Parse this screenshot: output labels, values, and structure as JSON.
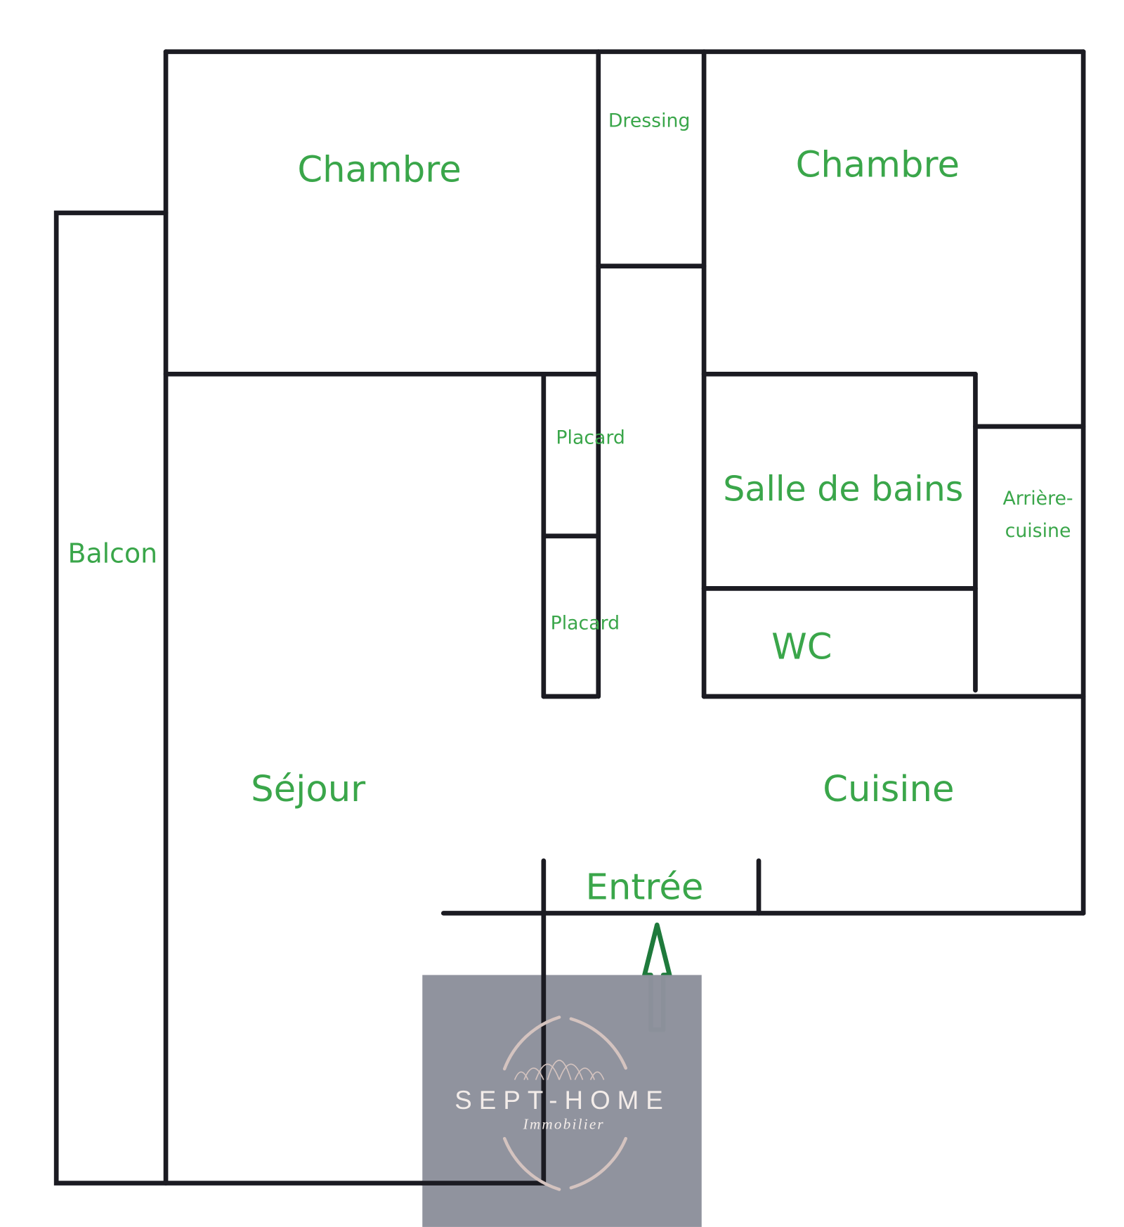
{
  "plan": {
    "rooms": {
      "chambre_1": "Chambre",
      "dressing": "Dressing",
      "chambre_2": "Chambre",
      "placard_1": "Placard",
      "placard_2": "Placard",
      "salle_de_bains": "Salle de bains",
      "arriere_cuisine_1": "Arrière-",
      "arriere_cuisine_2": "cuisine",
      "balcon": "Balcon",
      "wc": "WC",
      "sejour": "Séjour",
      "cuisine": "Cuisine",
      "entree": "Entrée"
    },
    "colors": {
      "label": "#3aa64a",
      "wall": "#1b1b22",
      "arrow": "#1f7a3c",
      "watermark_bg": "#8e919c"
    }
  },
  "watermark": {
    "brand": "SEPT-HOME",
    "tagline": "Immobilier"
  }
}
